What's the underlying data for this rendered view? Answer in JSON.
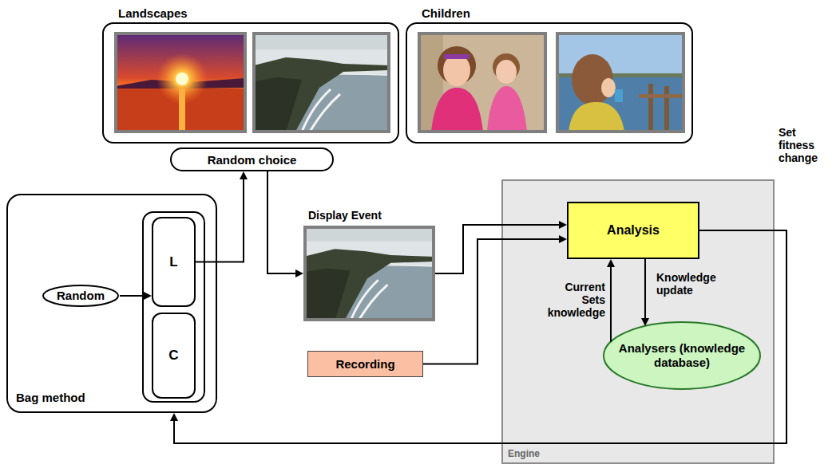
{
  "diagram": {
    "nodes": [
      {
        "text": [
          "Landscapes"
        ]
      },
      {
        "text": [
          "Children"
        ]
      },
      {
        "text": [
          "Random choice"
        ]
      },
      {
        "text": [
          "Bag method"
        ]
      },
      {
        "text": [
          "Random"
        ],
        "in": 3
      },
      {
        "text": [
          "L"
        ],
        "in": 3
      },
      {
        "text": [
          "C"
        ],
        "in": 3
      },
      {
        "text": [
          "Display Event"
        ]
      },
      {
        "text": [
          "Recording"
        ]
      },
      {
        "text": [
          "Engine"
        ]
      },
      {
        "text": [
          "Analysis"
        ],
        "in": 9
      },
      {
        "text": [
          "Analysers (knowledge database)"
        ],
        "in": 9
      }
    ],
    "edges": [
      {
        "from": 4,
        "to": 5,
        "arrow": "to"
      },
      {
        "from": 5,
        "to": 2,
        "arrow": "to"
      },
      {
        "from": 2,
        "to": 7,
        "arrow": "to"
      },
      {
        "from": 7,
        "to": 10,
        "arrow": "to"
      },
      {
        "from": 8,
        "to": 10,
        "arrow": "to"
      },
      {
        "from": 11,
        "to": 10,
        "arrow": "to",
        "label": "Current Sets knowledge"
      },
      {
        "from": 10,
        "to": 11,
        "arrow": "to",
        "label": "Knowledge update"
      },
      {
        "from": 10,
        "to": 3,
        "arrow": "to",
        "label": "Set fitness change"
      }
    ]
  }
}
